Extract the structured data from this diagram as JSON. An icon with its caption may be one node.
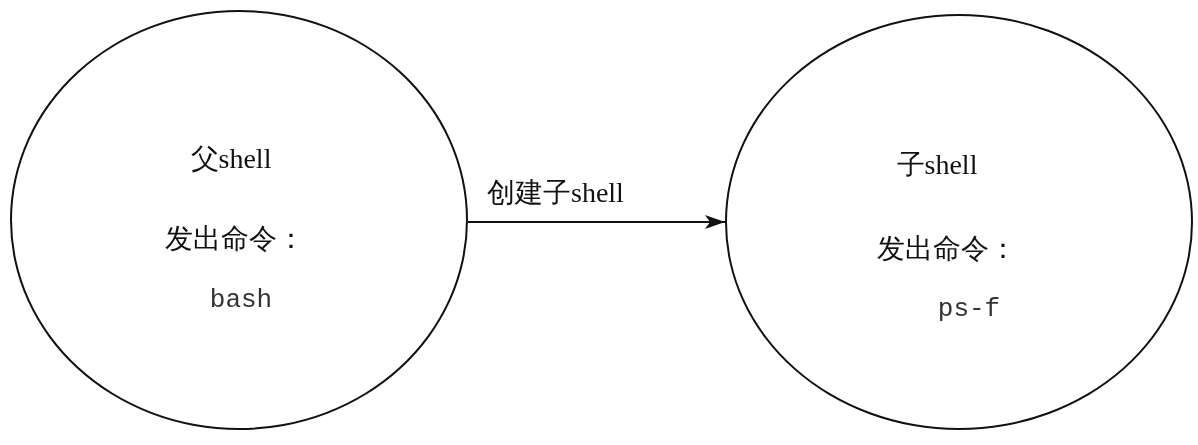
{
  "diagram": {
    "nodes": [
      {
        "text": [
          "父shell",
          "发出命令：",
          "bash"
        ]
      },
      {
        "text": [
          "子shell",
          "发出命令：",
          "ps-f"
        ]
      }
    ],
    "edges": [
      {
        "from": 0,
        "to": 1,
        "arrow": "to",
        "label": "创建子shell"
      }
    ]
  }
}
